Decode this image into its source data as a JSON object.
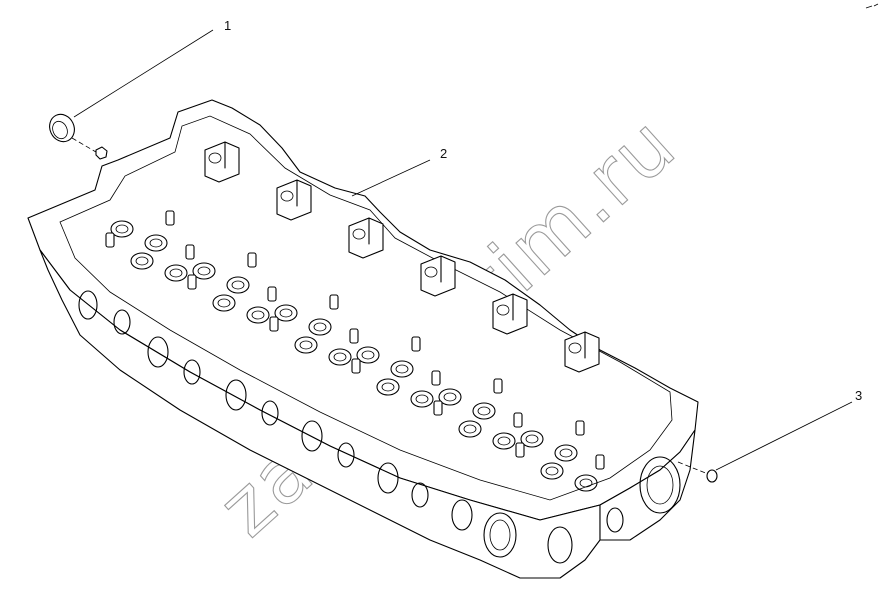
{
  "callouts": [
    {
      "number": "1"
    },
    {
      "number": "2"
    },
    {
      "number": "3"
    }
  ],
  "watermark": "zapchastim.ru"
}
